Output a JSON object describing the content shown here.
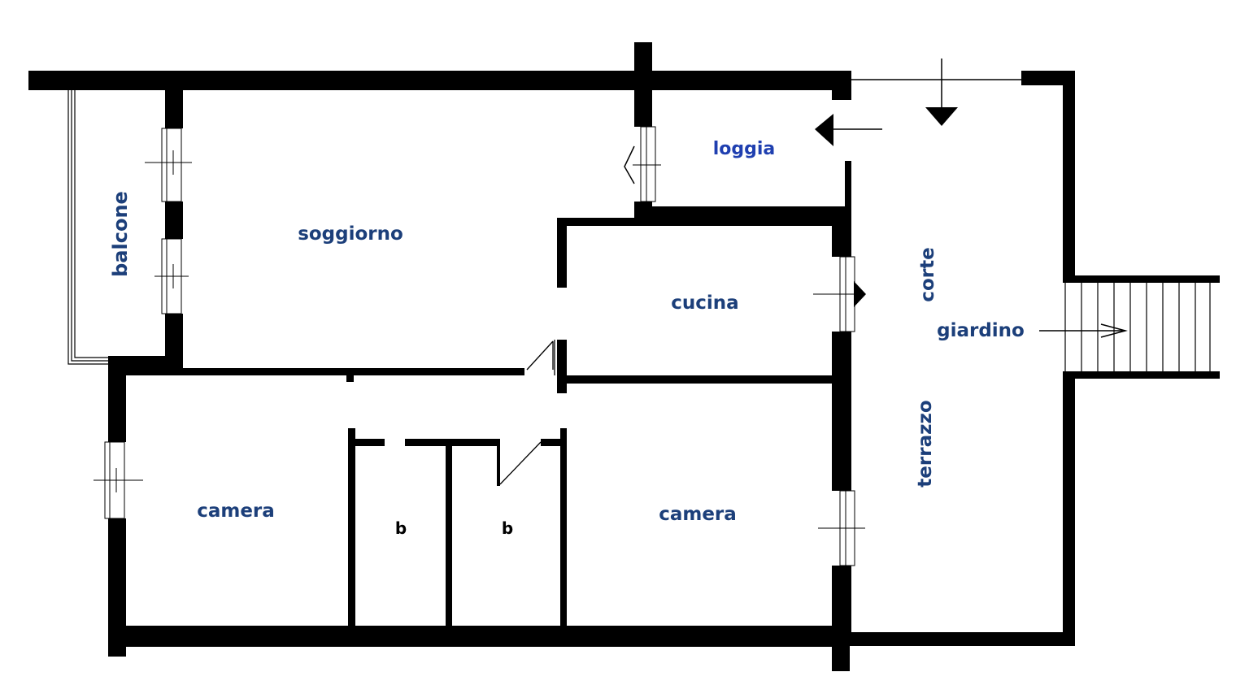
{
  "rooms": {
    "balcone": "balcone",
    "soggiorno": "soggiorno",
    "loggia": "loggia",
    "cucina": "cucina",
    "corte": "corte",
    "giardino": "giardino",
    "terrazzo": "terrazzo",
    "camera_left": "camera",
    "camera_right": "camera",
    "bath_1": "b",
    "bath_2": "b"
  },
  "colors": {
    "wall": "#000000",
    "label_dark": "#1c3f7a",
    "label_blue": "#1f3fb0",
    "background": "#ffffff"
  }
}
